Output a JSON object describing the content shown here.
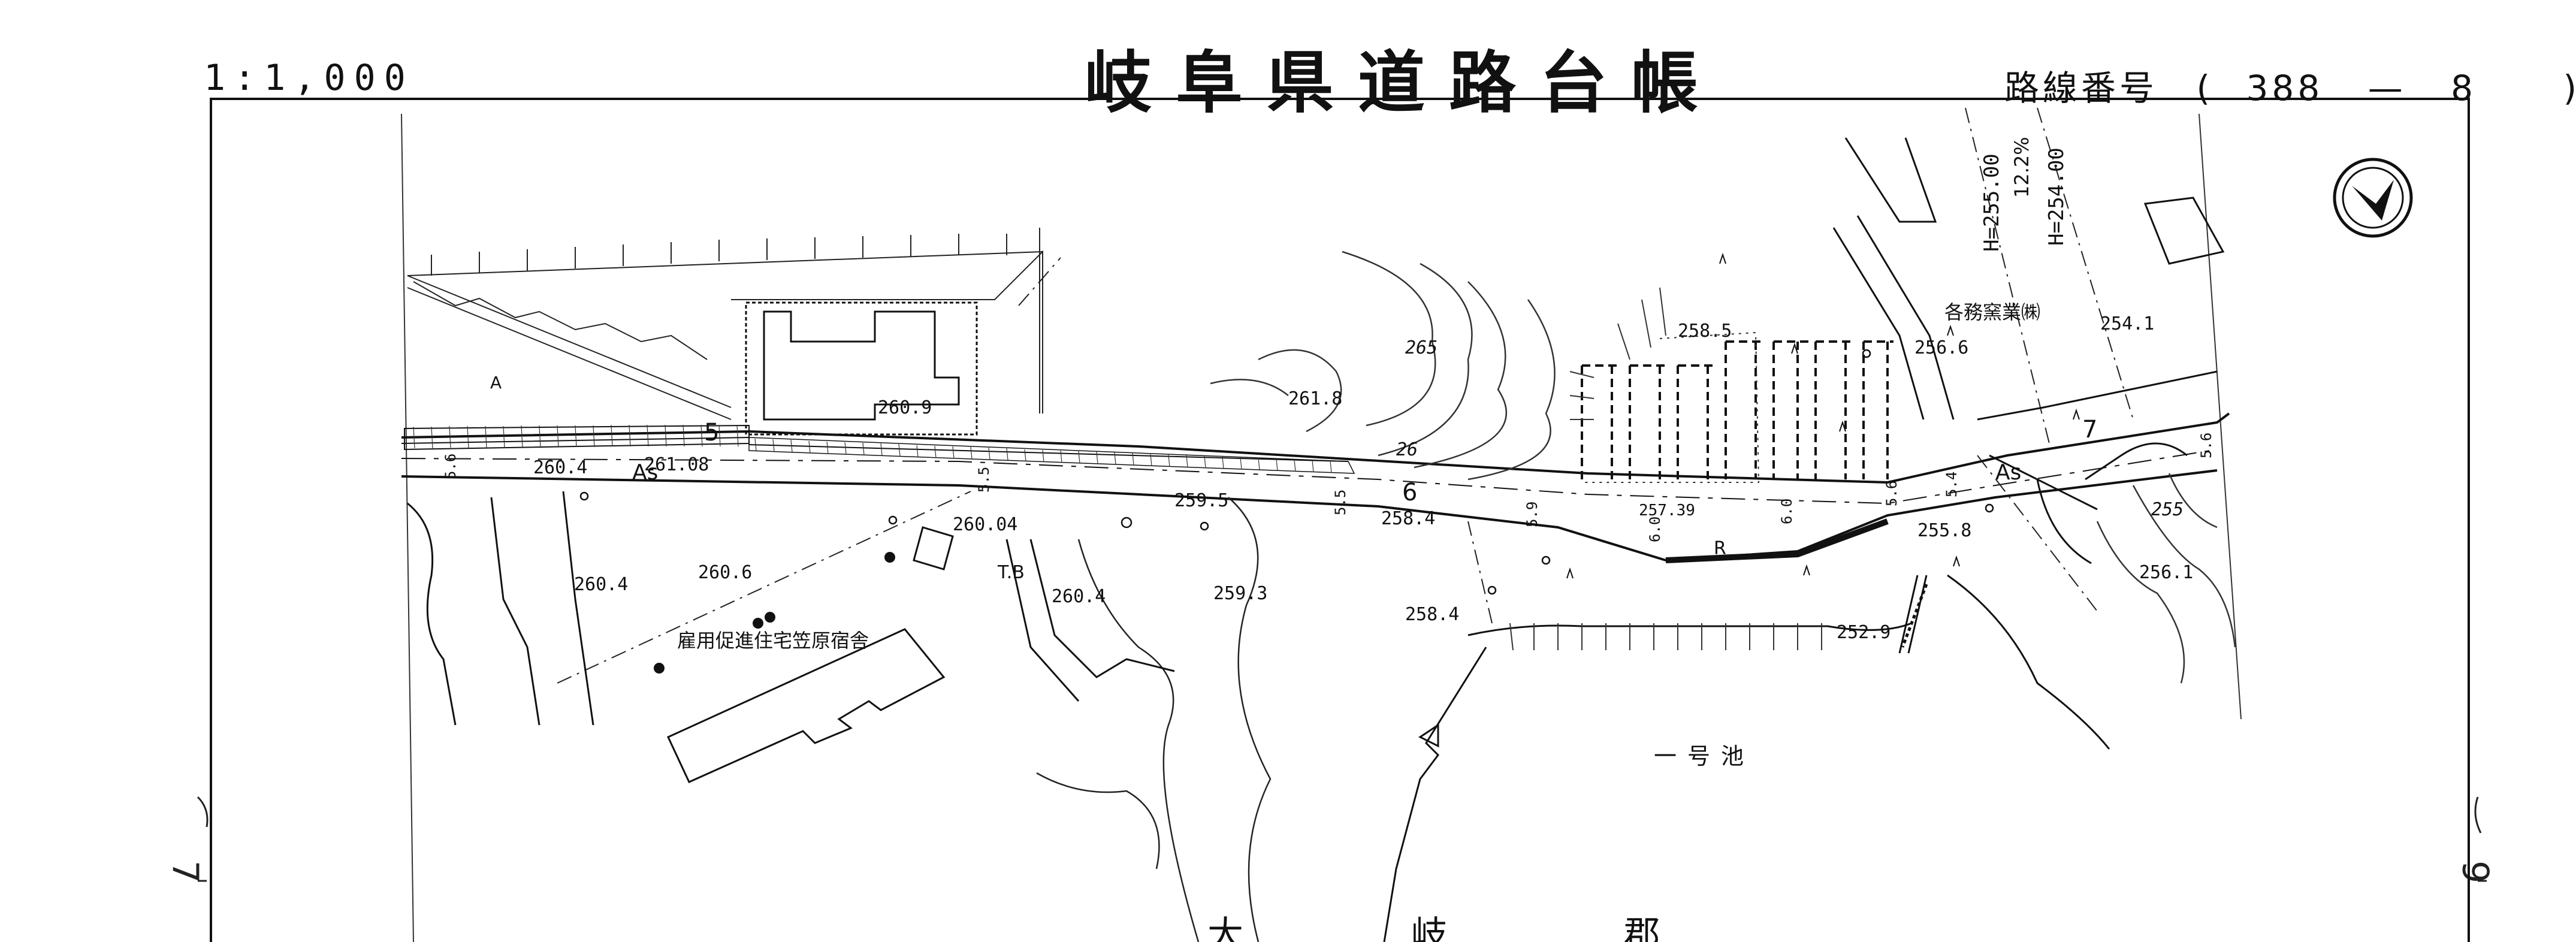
{
  "header": {
    "scale": "1:1,000",
    "title": "岐阜県道路台帳",
    "route_label": "路線番号",
    "route_open": "(",
    "route_no": "388",
    "route_dash": "—",
    "route_sub": "8",
    "route_close": ")"
  },
  "margin": {
    "left_page": "7",
    "right_page": "6"
  },
  "map": {
    "north_symbol": "north-arrow",
    "bottom_partial_text": [
      "大",
      "岐",
      "郡"
    ],
    "labels": {
      "h255": "H=255.00",
      "h254": "H=254.00",
      "grade": "12.2%",
      "company": "各務窯業㈱",
      "dorm": "雇用促進住宅笠原宿舎",
      "pond": "一号池",
      "tb": "T.B",
      "as_left": "As",
      "as_right": "As",
      "r": "R",
      "km5": "5",
      "km6": "6",
      "km7": "7",
      "a_mark": "A"
    },
    "elevations": [
      "260.9",
      "261.8",
      "258.5",
      "256.6",
      "254.1",
      "261.08",
      "260.4",
      "259.5",
      "258.4",
      "257.39",
      "255.8",
      "260.04",
      "260.6",
      "260.4",
      "260.4",
      "259.3",
      "258.4",
      "252.9",
      "256.1",
      "265",
      "26",
      "255"
    ],
    "widths": [
      "5.6",
      "5.5",
      "5.5",
      "5.9",
      "6.0",
      "6.0",
      "5.6",
      "5.4",
      "5.6"
    ]
  }
}
